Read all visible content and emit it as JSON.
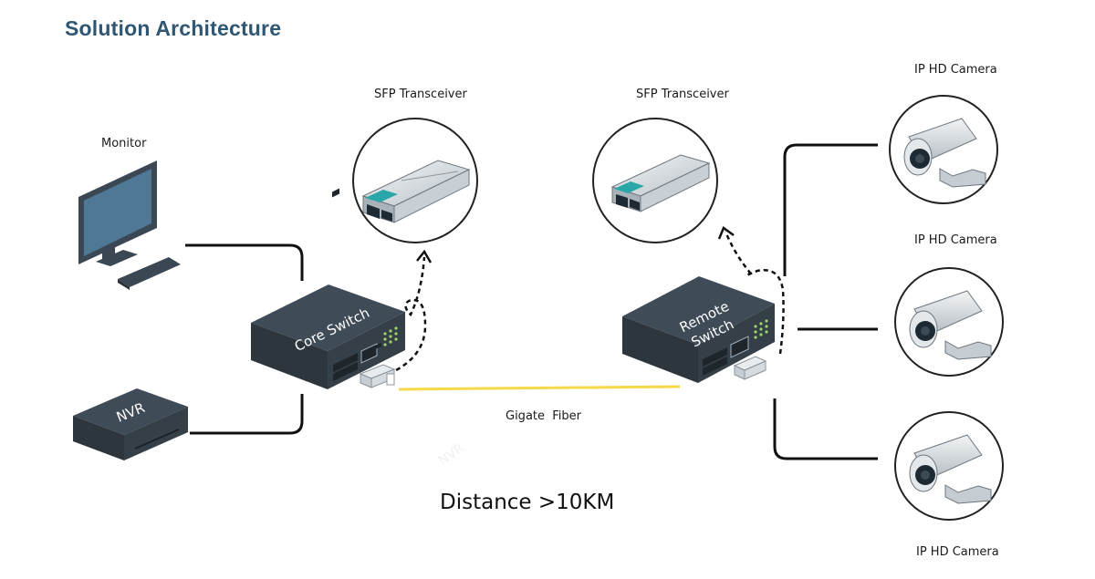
{
  "title": "Solution Architecture",
  "labels": {
    "monitor": "Monitor",
    "sfp_left": "SFP Transceiver",
    "sfp_right": "SFP Transceiver",
    "camera_top": "IP HD Camera",
    "camera_mid": "IP HD Camera",
    "camera_bottom": "IP HD Camera",
    "gigate_fiber": "Gigate  Fiber",
    "distance": "Distance >10KM"
  },
  "devices": {
    "core_switch": "Core Switch",
    "remote_switch_line1": "Remote",
    "remote_switch_line2": "Switch",
    "nvr": "NVR",
    "nvr_watermark": "NVR"
  },
  "colors": {
    "title": "#2f5672",
    "device_dark": "#3f4b57",
    "fiber": "#f5d94a",
    "sfp_accent": "#2aa6a8"
  }
}
